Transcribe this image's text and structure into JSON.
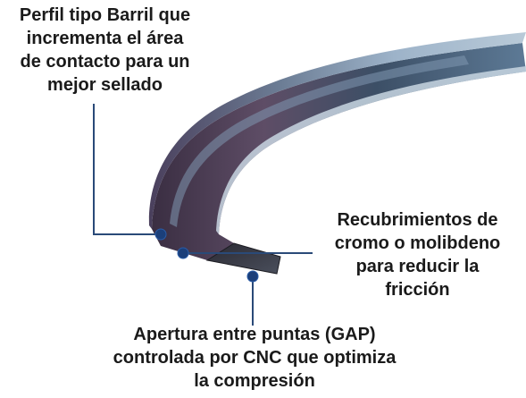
{
  "labels": {
    "barrel_profile": {
      "lines": [
        "Perfil tipo Barril que",
        "incrementa el área",
        "de contacto para un",
        "mejor sellado"
      ]
    },
    "coating": {
      "lines": [
        "Recubrimientos de",
        "cromo o molibdeno",
        "para reducir la",
        "fricción"
      ]
    },
    "gap": {
      "lines": [
        "Apertura entre puntas (GAP)",
        "controlada por CNC que optimiza",
        "la compresión"
      ]
    }
  },
  "colors": {
    "text": "#1a1a1a",
    "leader_line": "#2a4a78",
    "leader_dot": "#1b3f7a",
    "ring_steel_light": "#9fb4c8",
    "ring_steel_dark": "#2f3d4c",
    "ring_face_purple": "#5d4a66"
  },
  "icons": {
    "piston_ring": "piston-ring-illustration"
  }
}
